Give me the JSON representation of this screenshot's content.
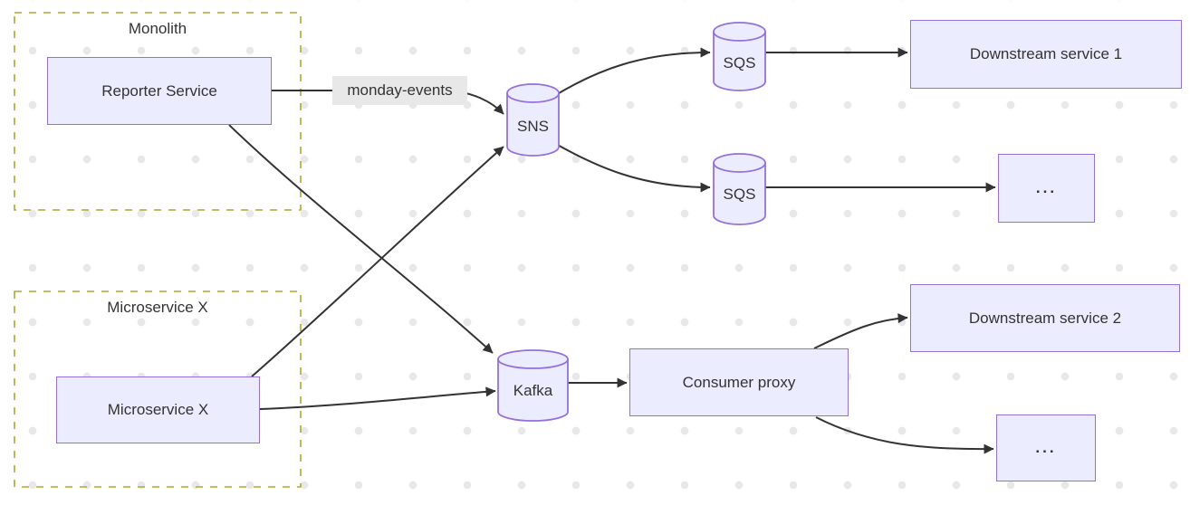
{
  "diagram": {
    "clusters": {
      "monolith": {
        "label": "Monolith"
      },
      "microservice_x": {
        "label": "Microservice X"
      }
    },
    "nodes": {
      "reporter_service": {
        "label": "Reporter Service",
        "shape": "rect"
      },
      "microservice_x": {
        "label": "Microservice X",
        "shape": "rect"
      },
      "sns": {
        "label": "SNS",
        "shape": "cylinder"
      },
      "sqs_top": {
        "label": "SQS",
        "shape": "cylinder"
      },
      "sqs_bottom": {
        "label": "SQS",
        "shape": "cylinder"
      },
      "kafka": {
        "label": "Kafka",
        "shape": "cylinder"
      },
      "downstream_1": {
        "label": "Downstream service 1",
        "shape": "rect"
      },
      "ellipsis_top": {
        "label": "...",
        "shape": "rect"
      },
      "consumer_proxy": {
        "label": "Consumer proxy",
        "shape": "rect"
      },
      "downstream_2": {
        "label": "Downstream service 2",
        "shape": "rect"
      },
      "ellipsis_bottom": {
        "label": "...",
        "shape": "rect"
      }
    },
    "edges": [
      {
        "from": "reporter_service",
        "to": "sns",
        "label": "monday-events"
      },
      {
        "from": "reporter_service",
        "to": "kafka",
        "label": ""
      },
      {
        "from": "microservice_x",
        "to": "sns",
        "label": ""
      },
      {
        "from": "microservice_x",
        "to": "kafka",
        "label": ""
      },
      {
        "from": "sns",
        "to": "sqs_top",
        "label": ""
      },
      {
        "from": "sns",
        "to": "sqs_bottom",
        "label": ""
      },
      {
        "from": "sqs_top",
        "to": "downstream_1",
        "label": ""
      },
      {
        "from": "sqs_bottom",
        "to": "ellipsis_top",
        "label": ""
      },
      {
        "from": "kafka",
        "to": "consumer_proxy",
        "label": ""
      },
      {
        "from": "consumer_proxy",
        "to": "downstream_2",
        "label": ""
      },
      {
        "from": "consumer_proxy",
        "to": "ellipsis_bottom",
        "label": ""
      }
    ],
    "colors": {
      "node_fill": "#ECECFF",
      "node_border": "#9370DB",
      "cluster_border": "#AAAA33",
      "edge": "#333333",
      "edge_label_bg": "#E8E8E8",
      "text": "#333333",
      "background_dots": "#E8E8E8",
      "background": "#FFFFFF"
    }
  }
}
